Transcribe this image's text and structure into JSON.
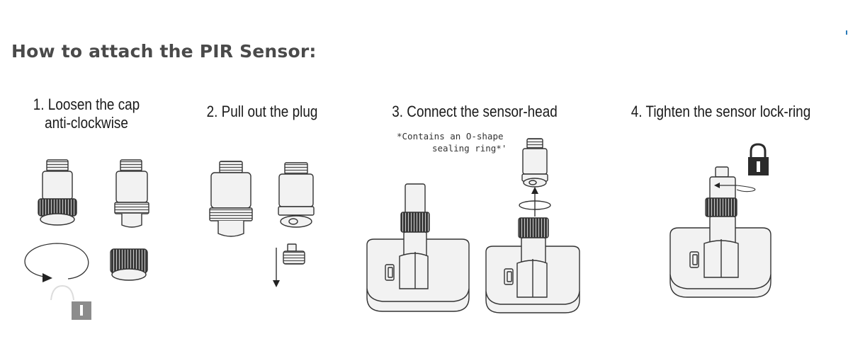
{
  "title": "How to attach the PIR Sensor:",
  "steps": [
    {
      "label_line1": "1. Loosen the cap",
      "label_line2": "anti-clockwise"
    },
    {
      "label_line1": "2. Pull out the plug"
    },
    {
      "label_line1": "3. Connect the sensor-head"
    },
    {
      "label_line1": "4. Tighten the sensor lock-ring"
    }
  ],
  "note": {
    "line1": "*Contains an O-shape",
    "line2": "sealing ring*'"
  },
  "icons": [
    "cap-icon",
    "plug-icon",
    "sensor-head-icon",
    "mount-base-icon",
    "o-ring-icon",
    "lock-icon",
    "arrow-down-icon",
    "arrow-up-icon",
    "rotation-arrow-icon"
  ],
  "colors": {
    "title": "#4a4a4a",
    "line": "#333333",
    "fill": "#f2f2f2",
    "dark": "#2b2b2b",
    "gray_box": "#8c8c8c"
  }
}
